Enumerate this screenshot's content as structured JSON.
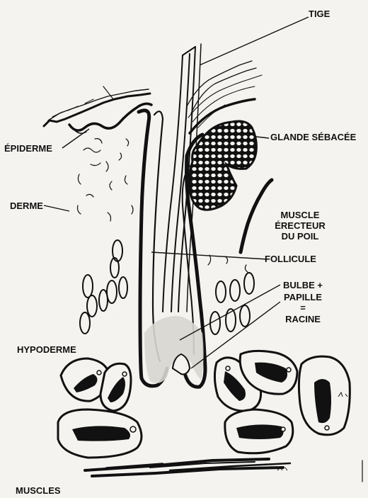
{
  "labels": {
    "tige": "TIGE",
    "glande_sebacee": "GLANDE SÉBACÉE",
    "epiderme": "ÉPIDERME",
    "derme": "DERME",
    "muscle_erecteur": [
      "MUSCLE",
      "ÉRECTEUR",
      "DU POIL"
    ],
    "follicule": "FOLLICULE",
    "bulbe": "BULBE +",
    "papille": "PAPILLE",
    "equals": "=",
    "racine": "RACINE",
    "hypoderme": "HYPODERME",
    "muscles": "MUSCLES"
  },
  "colors": {
    "ink": "#111111",
    "paper": "#f4f3f0",
    "shade": "#d8d6d0"
  }
}
